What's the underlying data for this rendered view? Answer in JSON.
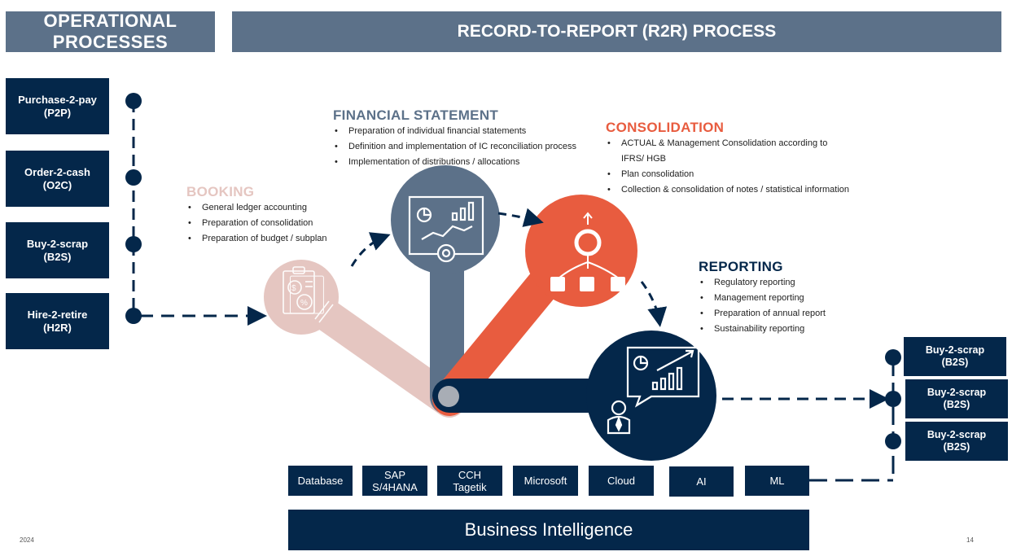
{
  "header": {
    "left_title": "OPERATIONAL\nPROCESSES",
    "right_title": "RECORD-TO-REPORT (R2R) PROCESS"
  },
  "operational_processes": [
    {
      "label": "Purchase-2-pay\n(P2P)"
    },
    {
      "label": "Order-2-cash\n(O2C)"
    },
    {
      "label": "Buy-2-scrap\n(B2S)"
    },
    {
      "label": "Hire-2-retire\n(H2R)"
    }
  ],
  "output_processes": [
    {
      "label": "Buy-2-scrap\n(B2S)"
    },
    {
      "label": "Buy-2-scrap\n(B2S)"
    },
    {
      "label": "Buy-2-scrap\n(B2S)"
    }
  ],
  "stages": {
    "booking": {
      "title": "BOOKING",
      "color": "#e5c6c1",
      "icon": "clipboard-money-percent-icon",
      "items": [
        "General ledger accounting",
        "Preparation of consolidation",
        "Preparation of budget / subplan"
      ]
    },
    "financial_statement": {
      "title": "FINANCIAL STATEMENT",
      "color": "#5c7189",
      "icon": "dashboard-chart-gear-icon",
      "items": [
        "Preparation of individual financial statements",
        "Definition and implementation of IC reconciliation process",
        "Implementation of distributions / allocations"
      ]
    },
    "consolidation": {
      "title": "CONSOLIDATION",
      "color": "#e85c3f",
      "icon": "gear-hierarchy-icon",
      "items": [
        "ACTUAL & Management Consolidation according to IFRS/ HGB",
        "Plan consolidation",
        "Collection & consolidation of notes / statistical information"
      ]
    },
    "reporting": {
      "title": "REPORTING",
      "color": "#04274a",
      "icon": "presenter-chart-icon",
      "items": [
        "Regulatory reporting",
        "Management reporting",
        "Preparation of annual report",
        "Sustainability reporting"
      ]
    }
  },
  "technologies": [
    {
      "label": "Database"
    },
    {
      "label": "SAP\nS/4HANA"
    },
    {
      "label": "CCH\nTagetik"
    },
    {
      "label": "Microsoft"
    },
    {
      "label": "Cloud"
    },
    {
      "label": "AI"
    },
    {
      "label": "ML"
    }
  ],
  "platform": {
    "label": "Business Intelligence"
  },
  "footer": {
    "year": "2024",
    "page": "14"
  },
  "colors": {
    "navy": "#04274a",
    "slate": "#5c7189",
    "orange": "#e85c3f",
    "blush": "#e5c6c1",
    "hub": "#a8adb5"
  }
}
